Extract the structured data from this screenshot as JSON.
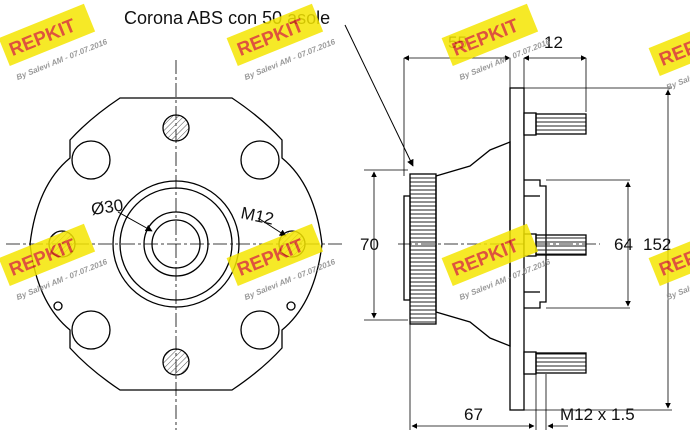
{
  "annotations": {
    "abs_ring": "Corona ABS con 50 asole",
    "bore_diameter": "Ø30",
    "thread_left": "M12",
    "dim_55": "55",
    "dim_12": "12",
    "dim_70": "70",
    "dim_64": "64",
    "dim_152": "152",
    "dim_67": "67",
    "stud_thread": "M12 x 1.5"
  },
  "watermark": {
    "brand": "REPKIT",
    "caption": "By Salevi AM - 07.07.2016"
  },
  "colors": {
    "line": "#000000",
    "stud_fill": "#aaaaaa",
    "watermark_bg": "#f5e600",
    "watermark_text": "#d8341c",
    "watermark_caption": "#888888"
  }
}
